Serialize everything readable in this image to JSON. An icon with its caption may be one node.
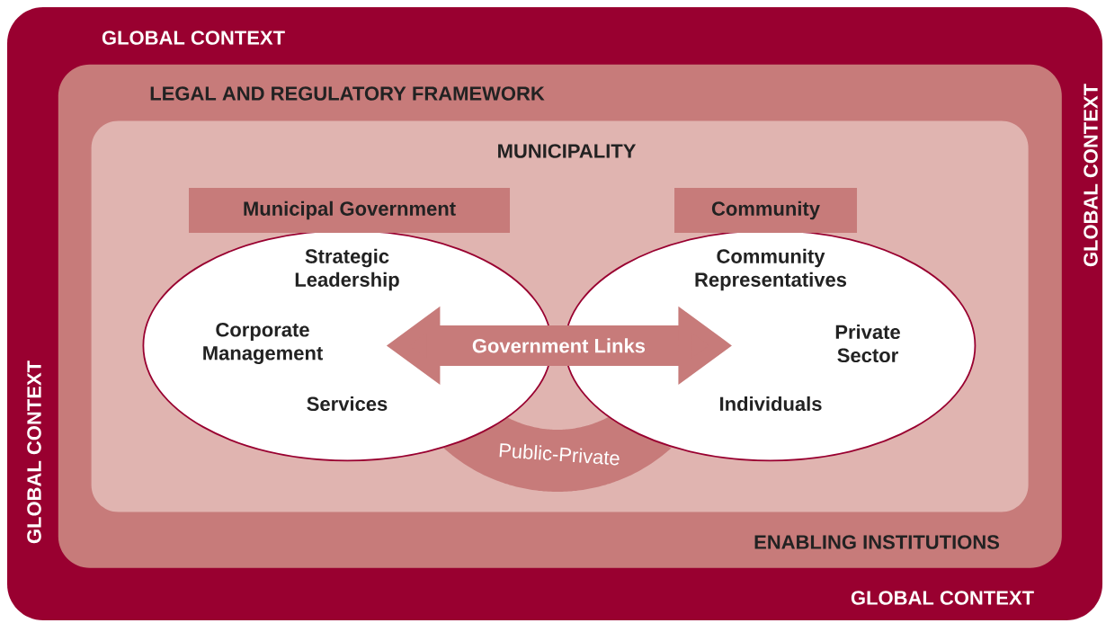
{
  "diagram": {
    "nodes": [
      {
        "text": [
          "GLOBAL CONTEXT",
          "GLOBAL CONTEXT",
          "GLOBAL CONTEXT",
          "GLOBAL CONTEXT"
        ]
      },
      {
        "text": [
          "LEGAL AND REGULATORY FRAMEWORK",
          "ENABLING INSTITUTIONS"
        ],
        "in": 0
      },
      {
        "text": [
          "MUNICIPALITY"
        ],
        "in": 1
      },
      {
        "text": [
          "Municipal Government",
          "Strategic Leadership",
          "Corporate Management",
          "Services"
        ],
        "in": 2
      },
      {
        "text": [
          "Community",
          "Community Representatives",
          "Private Sector",
          "Individuals"
        ],
        "in": 2
      },
      {
        "text": [
          "Public-Private"
        ],
        "in": 2
      }
    ],
    "edges": [
      {
        "from": 3,
        "to": 4,
        "arrow": "both",
        "label": "Government Links"
      }
    ]
  }
}
